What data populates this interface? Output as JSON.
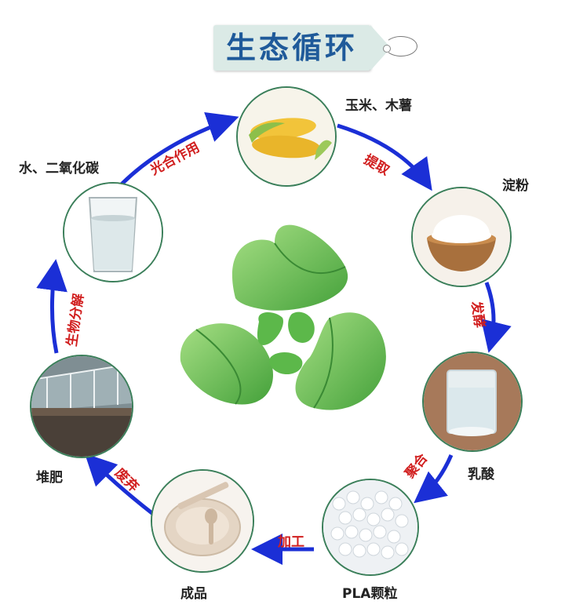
{
  "title": "生态循环",
  "nodes": [
    {
      "id": "corn",
      "label": "玉米、木薯",
      "icon": "corn-image"
    },
    {
      "id": "starch",
      "label": "淀粉",
      "icon": "starch-bowl-image"
    },
    {
      "id": "lactic",
      "label": "乳酸",
      "icon": "beaker-image"
    },
    {
      "id": "pla",
      "label": "PLA颗粒",
      "icon": "pellets-image"
    },
    {
      "id": "product",
      "label": "成品",
      "icon": "tableware-image"
    },
    {
      "id": "compost",
      "label": "堆肥",
      "icon": "compost-shed-image"
    },
    {
      "id": "water",
      "label": "水、二氧化碳",
      "icon": "water-glass-image"
    }
  ],
  "processes": [
    {
      "label": "提取"
    },
    {
      "label": "发酵"
    },
    {
      "label": "聚合"
    },
    {
      "label": "加工"
    },
    {
      "label": "废弃"
    },
    {
      "label": "生物分解"
    },
    {
      "label": "光合作用"
    }
  ],
  "colors": {
    "arrow": "#1b2fd6",
    "process_text": "#d11f1f",
    "node_border": "#3b7f5a",
    "leaf_light": "#8fd46f",
    "leaf_dark": "#4aa43c",
    "title": "#1f5a9a"
  },
  "center_icon": "recycle-leaves-icon"
}
